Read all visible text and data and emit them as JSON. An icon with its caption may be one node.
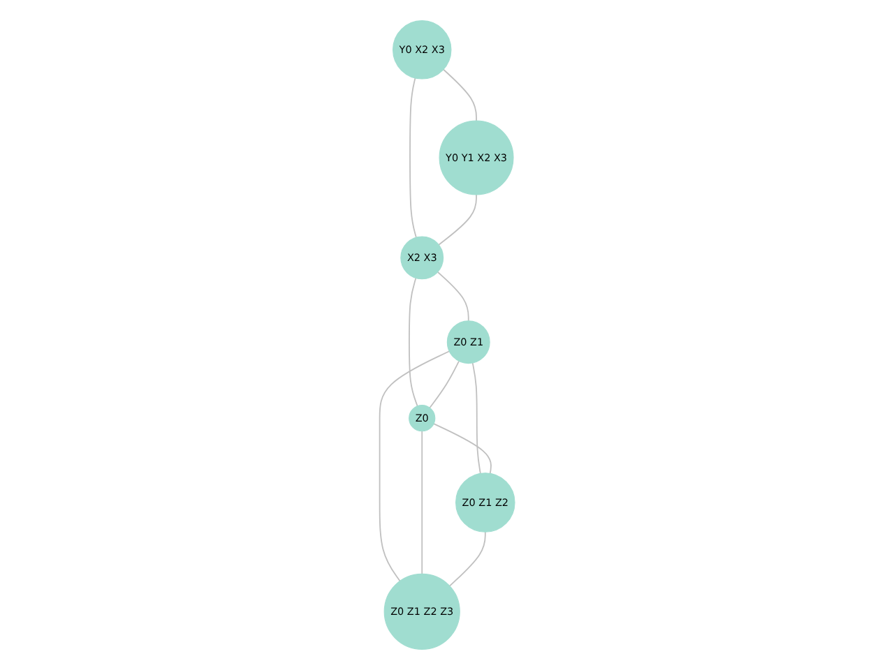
{
  "diagram": {
    "nodes": [
      {
        "text": [
          "Y0 X2 X3"
        ]
      },
      {
        "text": [
          "Y0 Y1 X2 X3"
        ]
      },
      {
        "text": [
          "X2 X3"
        ]
      },
      {
        "text": [
          "Z0 Z1"
        ]
      },
      {
        "text": [
          "Z0"
        ]
      },
      {
        "text": [
          "Z0 Z1 Z2"
        ]
      },
      {
        "text": [
          "Z0 Z1 Z2 Z3"
        ]
      }
    ],
    "edges": [
      {
        "from": 0,
        "to": 1,
        "arrow": "none"
      },
      {
        "from": 0,
        "to": 2,
        "arrow": "none"
      },
      {
        "from": 1,
        "to": 2,
        "arrow": "none"
      },
      {
        "from": 2,
        "to": 3,
        "arrow": "none"
      },
      {
        "from": 2,
        "to": 4,
        "arrow": "none"
      },
      {
        "from": 3,
        "to": 4,
        "arrow": "none"
      },
      {
        "from": 3,
        "to": 5,
        "arrow": "none"
      },
      {
        "from": 3,
        "to": 6,
        "arrow": "none"
      },
      {
        "from": 4,
        "to": 5,
        "arrow": "none"
      },
      {
        "from": 4,
        "to": 6,
        "arrow": "none"
      },
      {
        "from": 5,
        "to": 6,
        "arrow": "none"
      }
    ]
  }
}
